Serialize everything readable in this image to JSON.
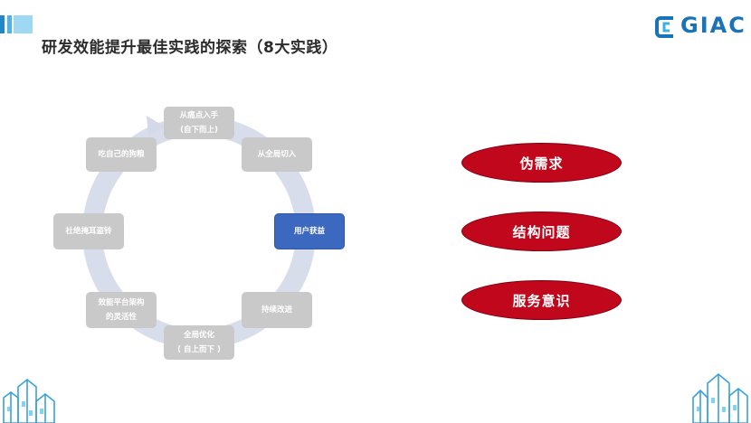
{
  "header": {
    "title": "研发效能提升最佳实践的探索（8大实践）",
    "logo_text": "GIAC"
  },
  "cycle": {
    "nodes": [
      {
        "id": "n1",
        "label": "从痛点入手\n(自下而上)",
        "active": false
      },
      {
        "id": "n2",
        "label": "从全局切入",
        "active": false
      },
      {
        "id": "n3",
        "label": "用户获益",
        "active": true
      },
      {
        "id": "n4",
        "label": "持续改进",
        "active": false
      },
      {
        "id": "n5",
        "label": "全局优化\n( 自上而下 )",
        "active": false
      },
      {
        "id": "n6",
        "label": "效能平台架构\n的灵活性",
        "active": false
      },
      {
        "id": "n7",
        "label": "杜绝掩耳盗铃",
        "active": false
      },
      {
        "id": "n8",
        "label": "吃自己的狗粮",
        "active": false
      }
    ]
  },
  "pitfalls": [
    {
      "label": "伪需求"
    },
    {
      "label": "结构问题"
    },
    {
      "label": "服务意识"
    }
  ],
  "colors": {
    "accent_red": "#c0071c",
    "active_blue": "#3c68c0",
    "node_gray": "#c9c9c9",
    "ring": "#d4d9ea"
  }
}
